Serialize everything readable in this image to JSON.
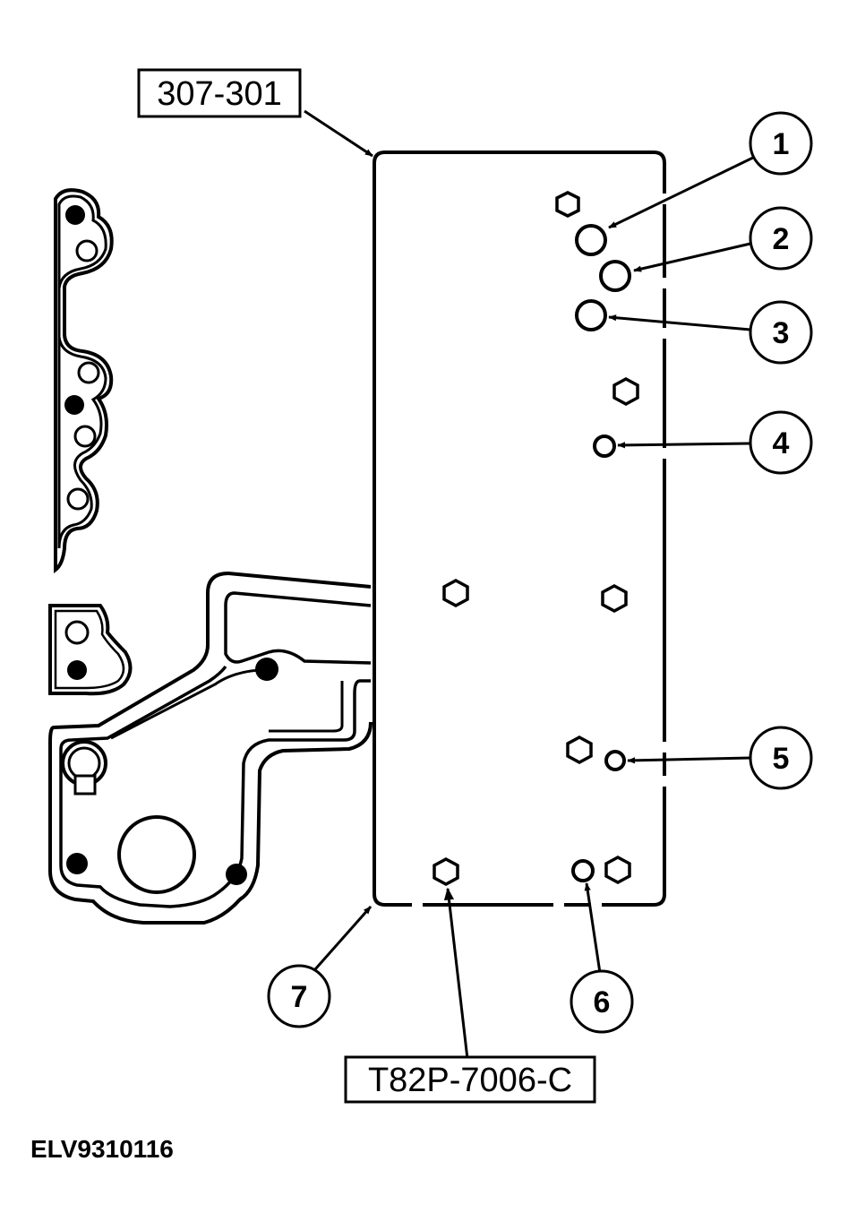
{
  "diagram": {
    "tool_labels": {
      "top": "307-301",
      "bottom": "T82P-7006-C"
    },
    "callouts": [
      "1",
      "2",
      "3",
      "4",
      "5",
      "6",
      "7"
    ],
    "figure_id": "ELV9310116"
  },
  "colors": {
    "ink": "#000000",
    "paper": "#ffffff"
  }
}
